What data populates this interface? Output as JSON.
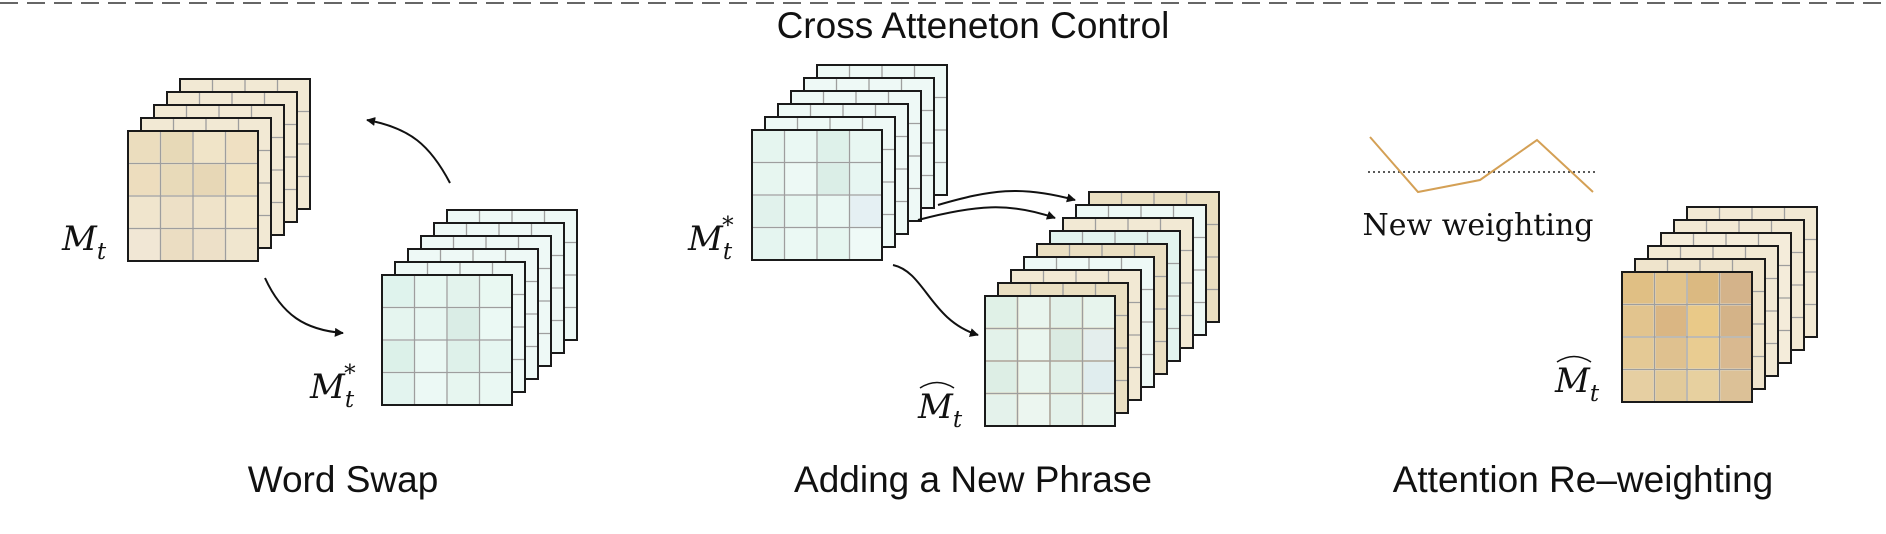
{
  "header": {
    "title": "Cross Atteneton Control"
  },
  "panels": {
    "word_swap": {
      "caption": "Word Swap",
      "label_m": "M",
      "label_mstar": "M",
      "star": "*",
      "subscript": "t"
    },
    "add_phrase": {
      "caption": "Adding a New Phrase",
      "label_mstar": "M",
      "label_mhat": "M",
      "star": "*",
      "subscript": "t"
    },
    "reweight": {
      "caption": "Attention Re–weighting",
      "weighting_label": "New weighting",
      "label_mhat": "M",
      "subscript": "t"
    }
  },
  "colors": {
    "beige": "#eadfc2",
    "beige_light": "#f2e9d4",
    "mint": "#e3f4ef",
    "mint_light": "#eef9f6",
    "tan": "#e0c58c",
    "orange_line": "#d4a055",
    "grid": "#9e9e9e",
    "edge": "#1a1a1a"
  }
}
